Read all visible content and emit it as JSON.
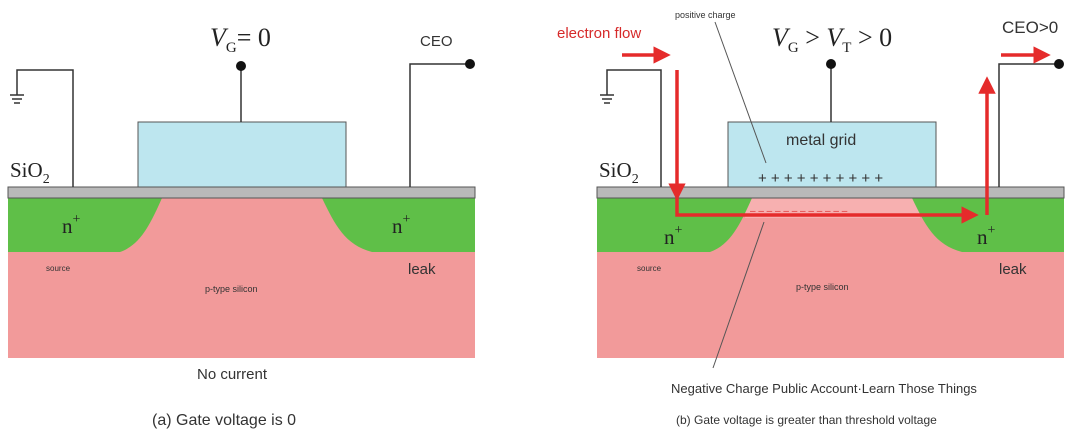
{
  "colors": {
    "substrate": "#f29a9a",
    "n_region": "#5fbf48",
    "gate": "#bde6ef",
    "oxide": "#b9b9b9",
    "channel": "#f2a3a3",
    "arrow": "#e52b2b",
    "text": "#333333"
  },
  "panel_a": {
    "gate_voltage_main": "V",
    "gate_voltage_sub": "G",
    "gate_voltage_rest": "= 0",
    "ceo_label": "CEO",
    "oxide_main": "SiO",
    "oxide_sub": "2",
    "n_main": "n",
    "n_sup": "+",
    "source_label": "source",
    "drain_label": "leak",
    "substrate_label": "p-type silicon",
    "current_note": "No current",
    "caption": "(a) Gate voltage is 0"
  },
  "panel_b": {
    "electron_flow_label": "electron flow",
    "positive_charge_label": "positive charge",
    "gate_voltage_main": "V",
    "gate_voltage_sub": "G",
    "gate_voltage_gt": " > ",
    "threshold_main": "V",
    "threshold_sub": "T",
    "gate_voltage_rest": " > 0",
    "ceo_label": "CEO>0",
    "gate_label": "metal grid",
    "plus_charges": "+ + + + + + + + + +",
    "minus_charges": "– – – – – – – – – – – –",
    "oxide_main": "SiO",
    "oxide_sub": "2",
    "n_main": "n",
    "n_sup": "+",
    "source_label": "source",
    "drain_label": "leak",
    "substrate_label": "p-type silicon",
    "negative_charge_note": "Negative Charge Public Account·Learn Those Things",
    "caption": "(b) Gate voltage is greater than threshold voltage"
  }
}
